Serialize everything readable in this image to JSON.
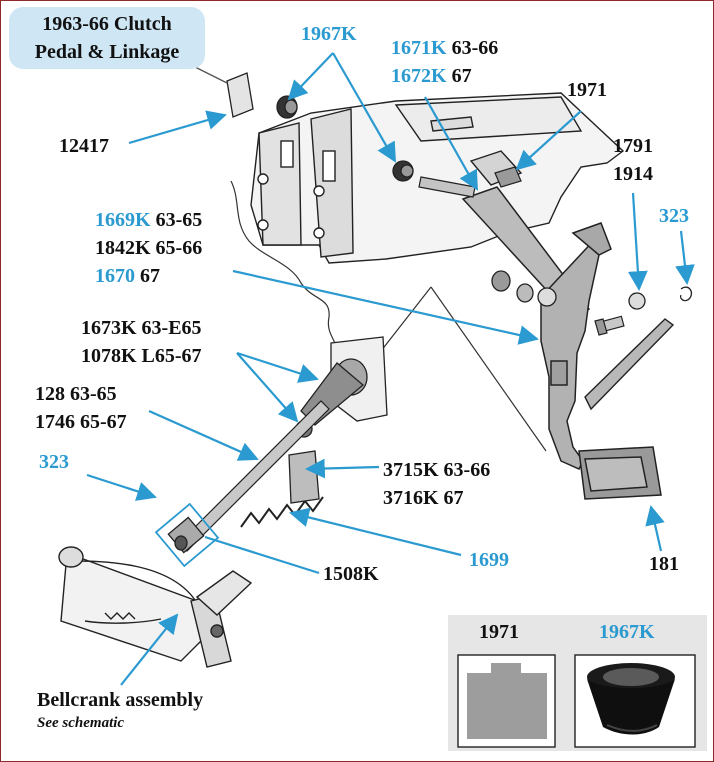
{
  "title": {
    "line1": "1963-66 Clutch",
    "line2": "Pedal & Linkage"
  },
  "colors": {
    "blue": "#2a9ad0",
    "ink": "#111111",
    "border": "#8f2a2a",
    "title_bg": "#cfe6f5",
    "inset_bg": "#e6e6e6"
  },
  "labels": {
    "l1967k": "1967K",
    "l1671k_code": "1671K",
    "l1671k_years": " 63-66",
    "l1672k_code": "1672K",
    "l1672k_years": " 67",
    "l12417": "12417",
    "l1971": "1971",
    "l1791": "1791",
    "l1914": "1914",
    "l323_right": "323",
    "l1669k_code": "1669K",
    "l1669k_years": " 63-65",
    "l1842k": "1842K 65-66",
    "l1670_code": "1670",
    "l1670_years": " 67",
    "l1673k": "1673K 63-E65",
    "l1078k": "1078K L65-67",
    "l128": "128 63-65",
    "l1746": "1746 65-67",
    "l323_left": "323",
    "l3715k": "3715K 63-66",
    "l3716k": "3716K 67",
    "l1699": "1699",
    "l1508k": "1508K",
    "l181": "181",
    "bellcrank": "Bellcrank assembly",
    "see_schematic": "See schematic"
  },
  "insets": {
    "left_title": "1971",
    "right_title": "1967K"
  }
}
